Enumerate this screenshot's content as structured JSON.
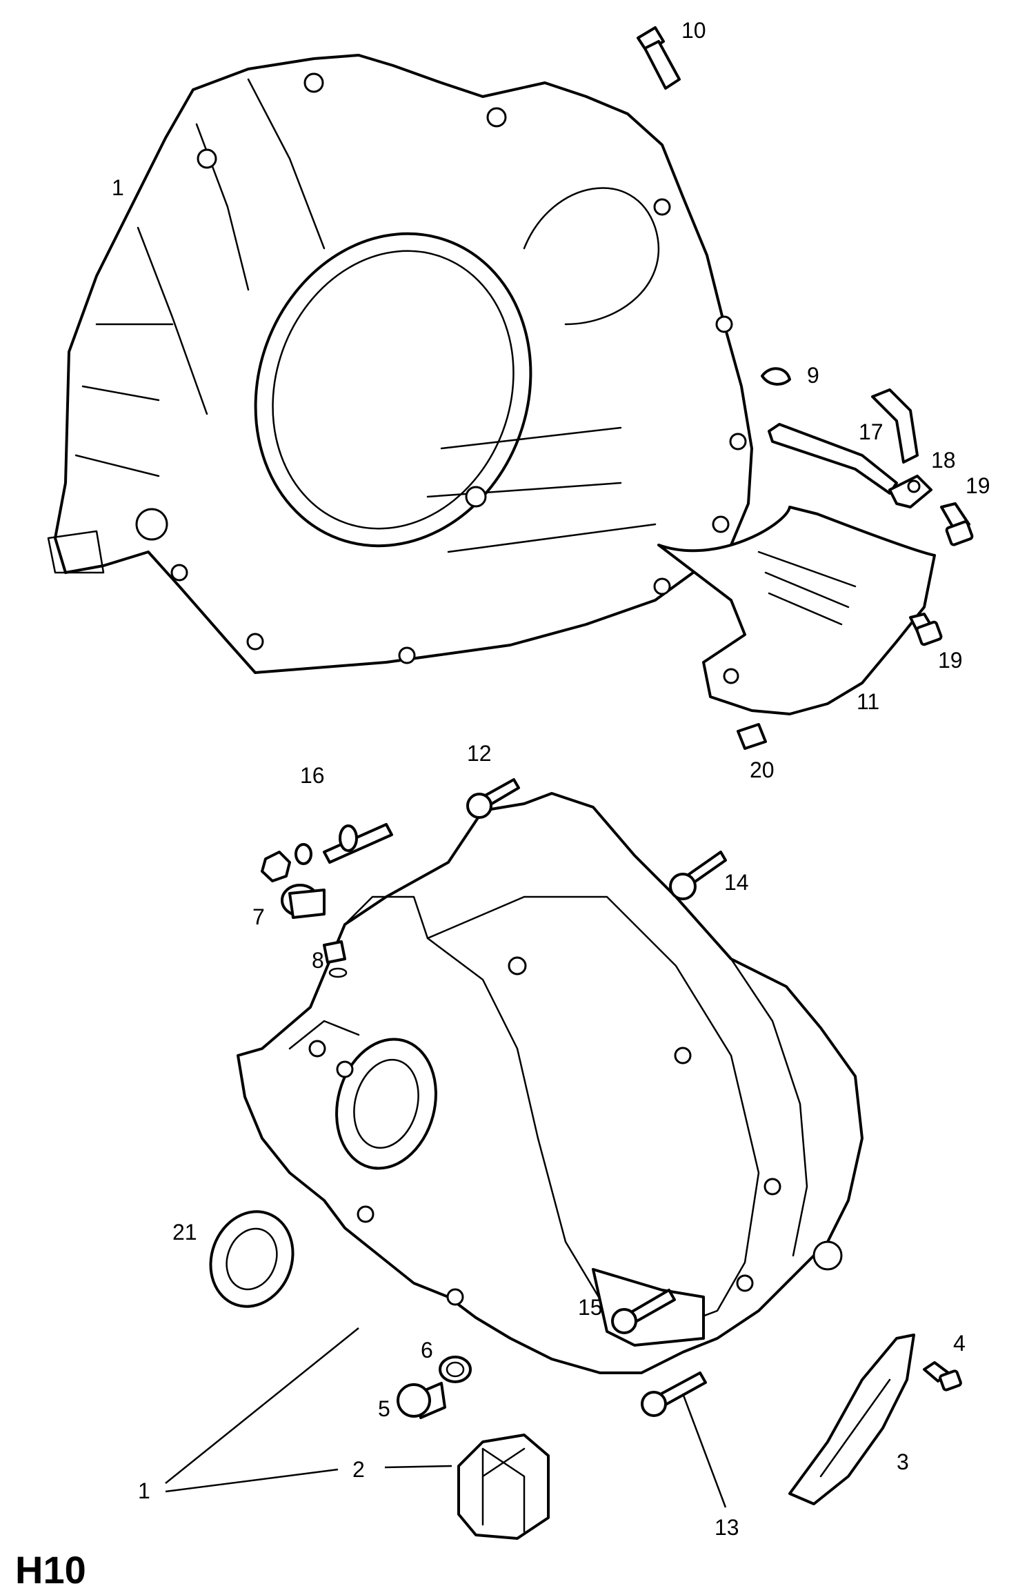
{
  "diagram": {
    "code": "H10",
    "callouts": [
      "1",
      "2",
      "3",
      "4",
      "5",
      "6",
      "7",
      "8",
      "9",
      "10",
      "11",
      "12",
      "13",
      "14",
      "15",
      "16",
      "17",
      "18",
      "19",
      "19",
      "20",
      "21",
      "1"
    ]
  },
  "colors": {
    "line": "#000000",
    "background": "#ffffff"
  }
}
